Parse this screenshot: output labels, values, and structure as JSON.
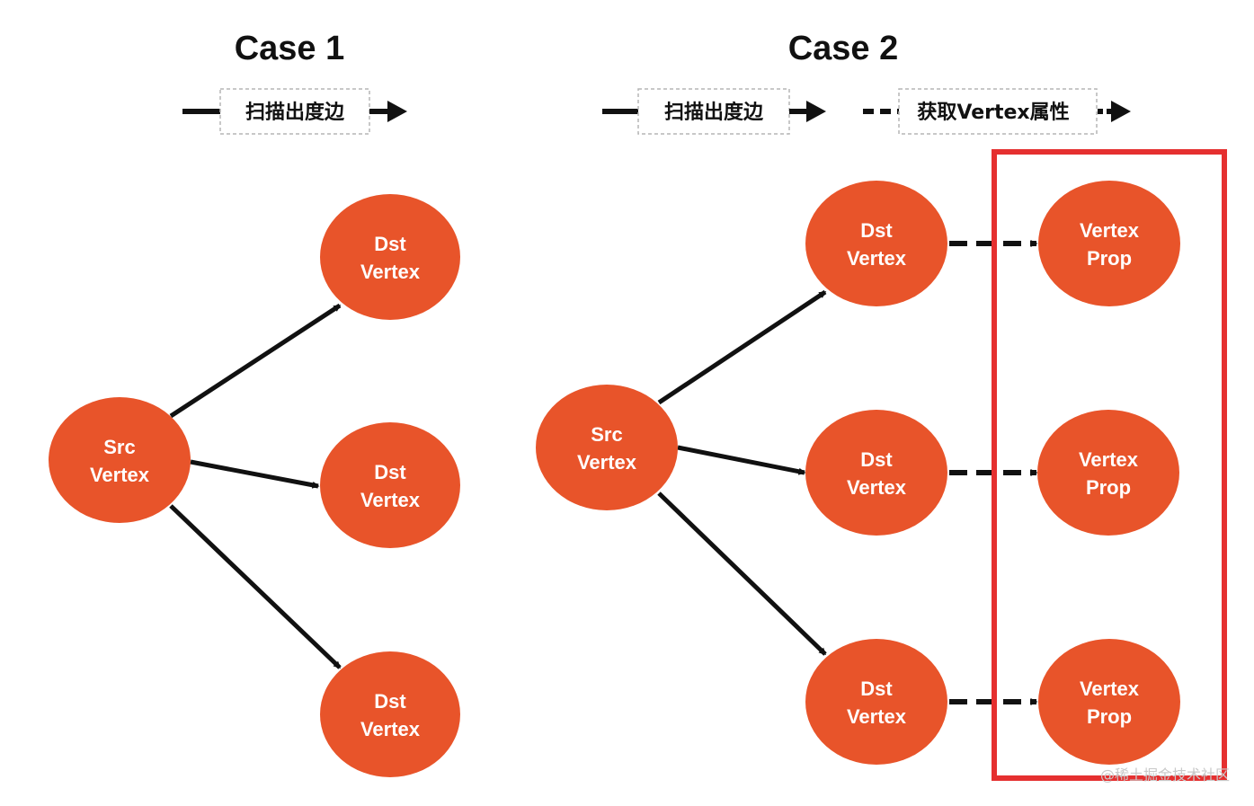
{
  "case1": {
    "title": "Case 1",
    "legend": "扫描出度边",
    "src": {
      "line1": "Src",
      "line2": "Vertex"
    },
    "dst": [
      {
        "line1": "Dst",
        "line2": "Vertex"
      },
      {
        "line1": "Dst",
        "line2": "Vertex"
      },
      {
        "line1": "Dst",
        "line2": "Vertex"
      }
    ]
  },
  "case2": {
    "title": "Case 2",
    "legend_scan": "扫描出度边",
    "legend_fetch": "获取Vertex属性",
    "src": {
      "line1": "Src",
      "line2": "Vertex"
    },
    "dst": [
      {
        "line1": "Dst",
        "line2": "Vertex"
      },
      {
        "line1": "Dst",
        "line2": "Vertex"
      },
      {
        "line1": "Dst",
        "line2": "Vertex"
      }
    ],
    "props": [
      {
        "line1": "Vertex",
        "line2": "Prop"
      },
      {
        "line1": "Vertex",
        "line2": "Prop"
      },
      {
        "line1": "Vertex",
        "line2": "Prop"
      }
    ]
  },
  "watermark": "@稀土掘金技术社区",
  "colors": {
    "node_fill": "#e8542a",
    "node_text": "#ffffff",
    "edge": "#111111",
    "highlight_box": "#e53030",
    "legend_box_border": "#b5b5b5"
  }
}
